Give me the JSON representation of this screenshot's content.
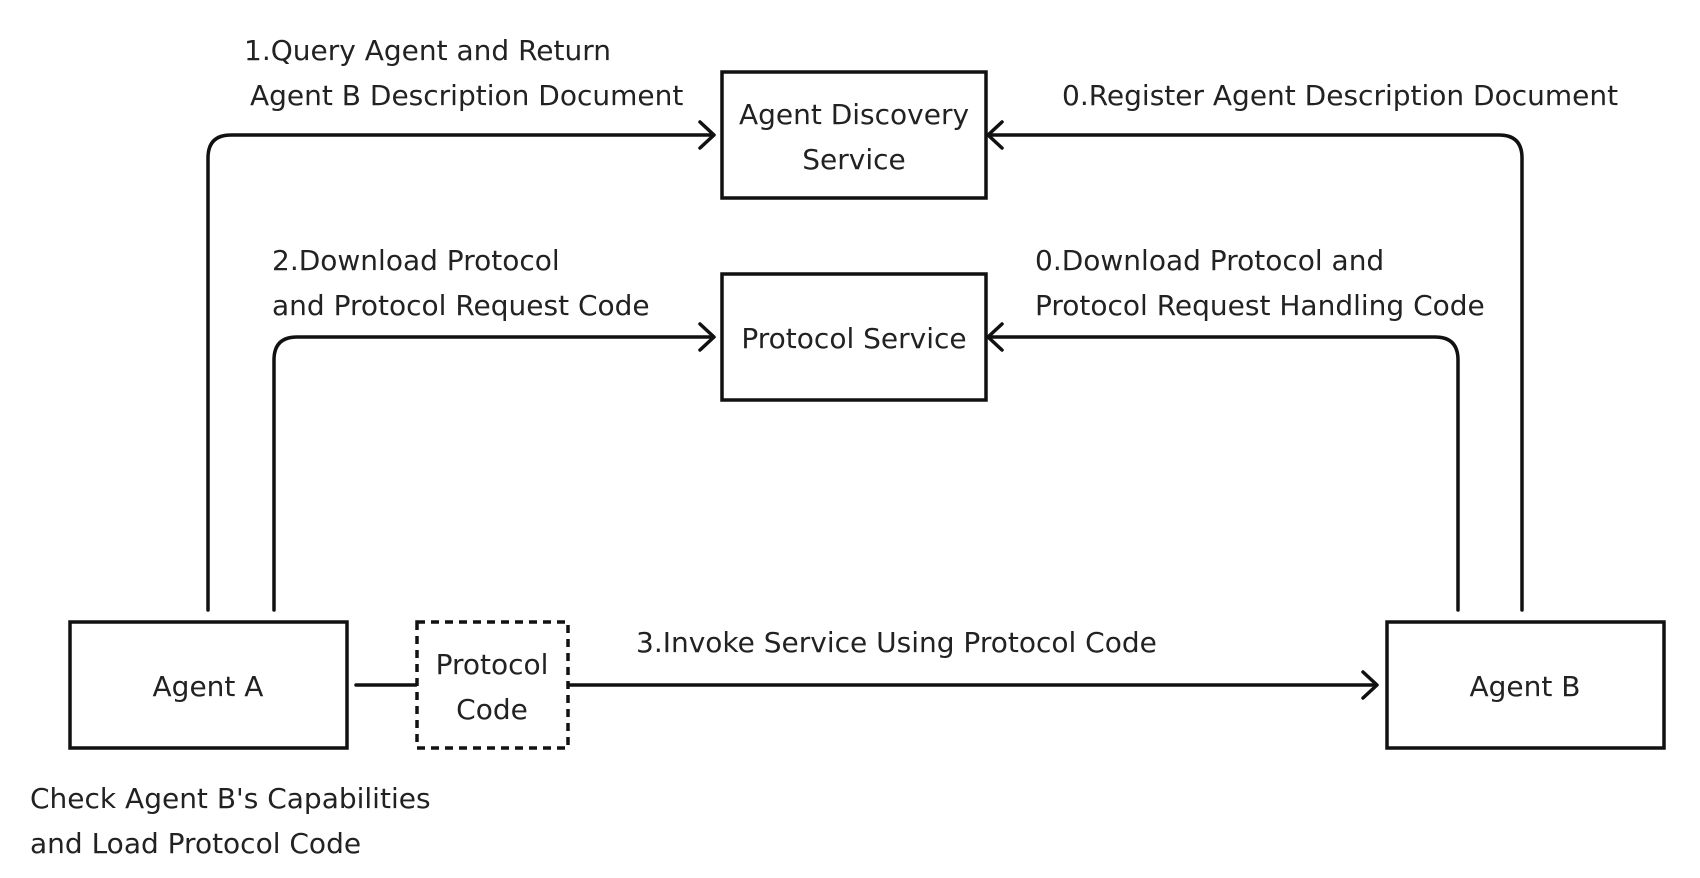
{
  "nodes": {
    "agent_discovery": {
      "lines": [
        "Agent Discovery",
        "Service"
      ]
    },
    "protocol_service": {
      "lines": [
        "Protocol Service"
      ]
    },
    "agent_a": {
      "lines": [
        "Agent A"
      ]
    },
    "agent_b": {
      "lines": [
        "Agent B"
      ]
    },
    "protocol_code": {
      "lines": [
        "Protocol",
        "Code"
      ]
    }
  },
  "edges": {
    "query_agent": {
      "lines": [
        "1.Query Agent and Return",
        "Agent B Description Document"
      ]
    },
    "register_agent": {
      "lines": [
        "0.Register Agent Description Document"
      ]
    },
    "download_protocol_a": {
      "lines": [
        "2.Download Protocol",
        "and Protocol Request Code"
      ]
    },
    "download_protocol_b": {
      "lines": [
        "0.Download Protocol and",
        "Protocol Request Handling Code"
      ]
    },
    "invoke_service": {
      "lines": [
        "3.Invoke Service Using Protocol Code"
      ]
    }
  },
  "notes": {
    "check_capabilities": {
      "lines": [
        "Check Agent B's Capabilities",
        "and Load Protocol Code"
      ]
    }
  }
}
